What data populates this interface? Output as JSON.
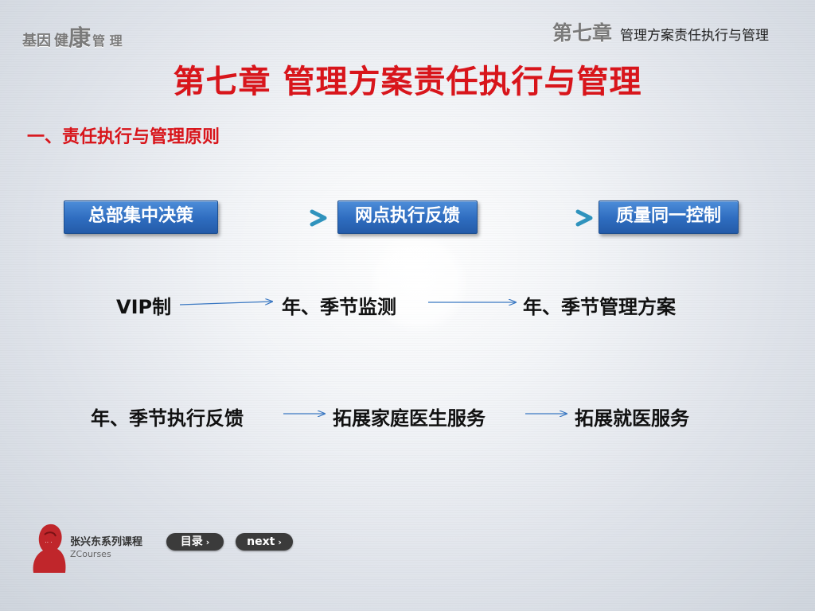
{
  "brand": {
    "part1": "基因",
    "part2": "健",
    "part3": "康",
    "part4": "管 理"
  },
  "header": {
    "chapter_no": "第七章",
    "chapter_name": "管理方案责任执行与管理"
  },
  "title": "第七章 管理方案责任执行与管理",
  "section_heading": "一、责任执行与管理原则",
  "boxes": [
    "总部集中决策",
    "网点执行反馈",
    "质量同一控制"
  ],
  "flow_row1": [
    "VIP制",
    "年、季节监测",
    "年、季节管理方案"
  ],
  "flow_row2": [
    "年、季节执行反馈",
    "拓展家庭医生服务",
    "拓展就医服务"
  ],
  "footer": {
    "series_cn": "张兴东系列课程",
    "series_en": "ZCourses",
    "contents_btn": "目录",
    "next_btn": "next",
    "chevron": "›"
  },
  "colors": {
    "accent_red": "#d8151b",
    "box_blue": "#2e6cbf",
    "arrow_teal": "#3d9fc4"
  }
}
